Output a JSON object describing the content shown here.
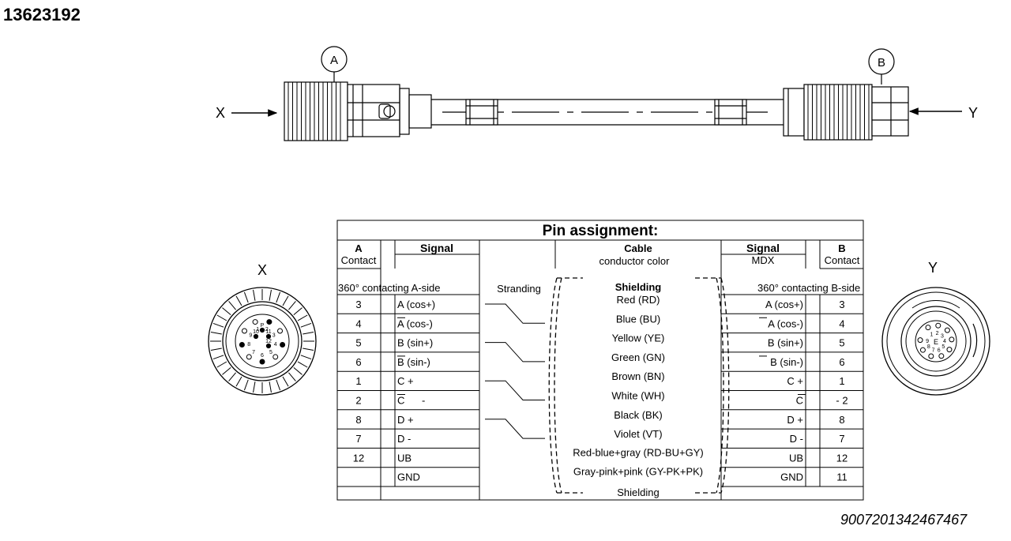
{
  "doc_id": "13623192",
  "reference": "9007201342467467",
  "cable": {
    "end_a_label": "A",
    "end_b_label": "B",
    "end_x_label": "X",
    "end_y_label": "Y"
  },
  "connectors": {
    "x_label": "X",
    "y_label": "Y",
    "x_pins": [
      "1",
      "2",
      "3",
      "4",
      "5",
      "6",
      "7",
      "8",
      "9",
      "10",
      "11",
      "12",
      "P"
    ],
    "y_pins": [
      "1",
      "2",
      "3",
      "4",
      "5",
      "6",
      "7",
      "8",
      "9",
      "E"
    ]
  },
  "table": {
    "title": "Pin assignment:",
    "headers": {
      "a": "A",
      "a_contact": "Contact",
      "signal_left": "Signal",
      "cable": "Cable",
      "cable_sub": "conductor color",
      "signal_right": "Signal",
      "signal_right_sub": "MDX",
      "b": "B",
      "b_contact": "Contact",
      "side_a": "360° contacting A-side",
      "stranding": "Stranding",
      "shielding": "Shielding",
      "side_b": "360° contacting B-side"
    },
    "rows": [
      {
        "a": "3",
        "sig_l": "A (cos+)",
        "ov_l": false,
        "color": "Red (RD)",
        "sig_r": "A (cos+)",
        "ov_r": false,
        "b": "3"
      },
      {
        "a": "4",
        "sig_l": "A (cos-)",
        "ov_l": true,
        "color": "Blue (BU)",
        "sig_r": "A (cos-)",
        "ov_r": true,
        "b": "4"
      },
      {
        "a": "5",
        "sig_l": "B (sin+)",
        "ov_l": false,
        "color": "Yellow (YE)",
        "sig_r": "B (sin+)",
        "ov_r": false,
        "b": "5"
      },
      {
        "a": "6",
        "sig_l": "B (sin-)",
        "ov_l": true,
        "color": "Green (GN)",
        "sig_r": "B (sin-)",
        "ov_r": true,
        "b": "6"
      },
      {
        "a": "1",
        "sig_l": "C +",
        "ov_l": false,
        "color": "Brown (BN)",
        "sig_r": "C +",
        "ov_r": false,
        "b": "1"
      },
      {
        "a": "2",
        "sig_l": "C      -",
        "ov_l": true,
        "color": "White (WH)",
        "sig_r": "C",
        "ov_r": true,
        "b": "- 2"
      },
      {
        "a": "8",
        "sig_l": "D +",
        "ov_l": false,
        "color": "Black (BK)",
        "sig_r": "D +",
        "ov_r": false,
        "b": "8"
      },
      {
        "a": "7",
        "sig_l": "D -",
        "ov_l": false,
        "color": "Violet (VT)",
        "sig_r": "D -",
        "ov_r": false,
        "b": "7"
      },
      {
        "a": "12",
        "sig_l": "UB",
        "ov_l": false,
        "color": "Red-blue+gray (RD-BU+GY)",
        "sig_r": "UB",
        "ov_r": false,
        "b": "12"
      },
      {
        "a": "",
        "sig_l": "GND",
        "ov_l": false,
        "color": "Gray-pink+pink (GY-PK+PK)",
        "sig_r": "GND",
        "ov_r": false,
        "b": "11"
      }
    ],
    "footer_shielding": "Shielding"
  }
}
